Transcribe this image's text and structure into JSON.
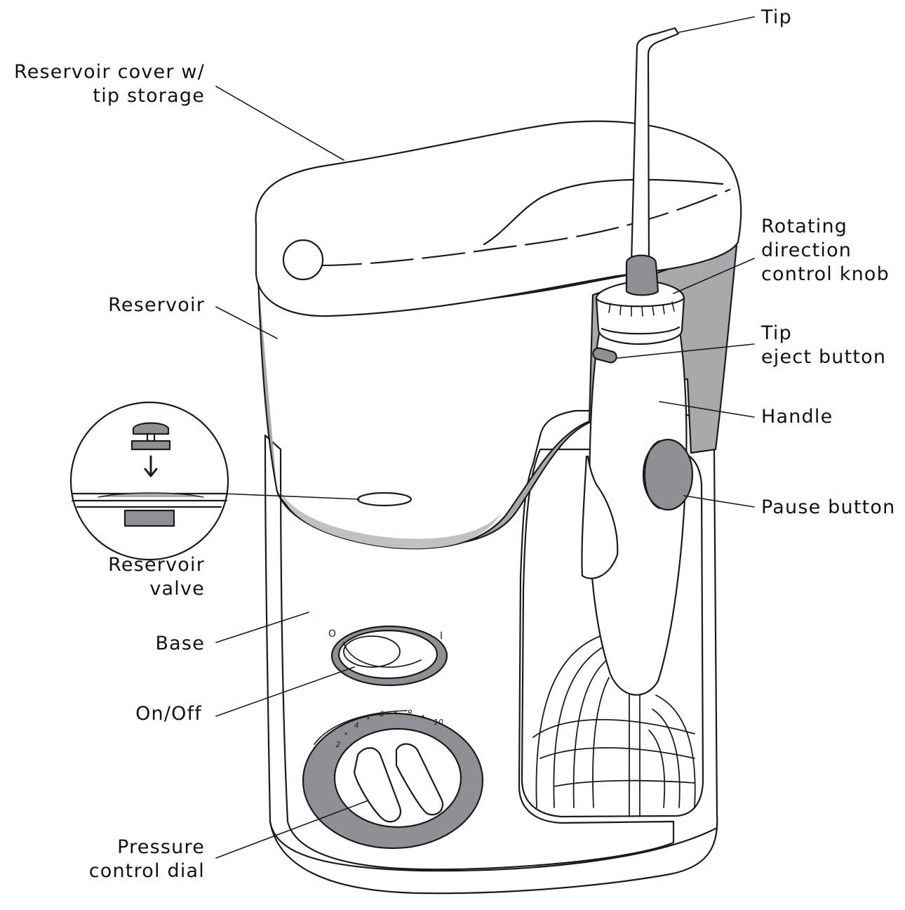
{
  "labels": {
    "tip": "Tip",
    "reservoir_cover": [
      "Reservoir cover w/",
      "tip storage"
    ],
    "reservoir": "Reservoir",
    "rotating_knob": [
      "Rotating",
      "direction",
      "control knob"
    ],
    "tip_eject": [
      "Tip",
      "eject button"
    ],
    "handle": "Handle",
    "pause_button": "Pause button",
    "reservoir_valve": [
      "Reservoir",
      "valve"
    ],
    "base": "Base",
    "on_off": "On/Off",
    "pressure_dial": [
      "Pressure",
      "control dial"
    ]
  },
  "switch_marks": {
    "off": "O",
    "on": "I"
  },
  "dial_scale": [
    "2",
    "4",
    "6",
    "8",
    "10"
  ],
  "colors": {
    "line": "#1a1a1a",
    "reservoir_fill": "#a7a9ab",
    "dark_fill": "#8e9093",
    "white": "#ffffff"
  }
}
